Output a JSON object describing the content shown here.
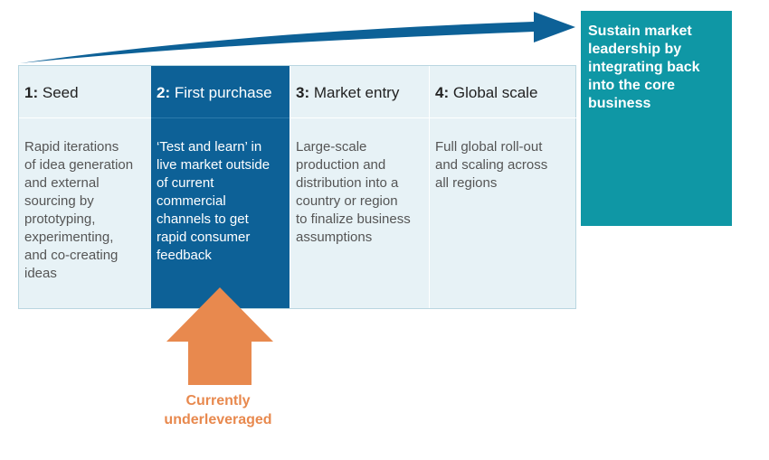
{
  "colors": {
    "highlight_stage": "#0d6197",
    "goal_box": "#0f97a5",
    "table_bg": "#e7f2f6",
    "callout": "#e8894e"
  },
  "stages": [
    {
      "number": "1:",
      "title": "Seed",
      "description": "Rapid iterations\nof idea generation\nand external\nsourcing by\nprototyping,\nexperimenting,\nand co-creating\nideas"
    },
    {
      "number": "2:",
      "title": "First purchase",
      "description": "‘Test and learn’ in\nlive market outside\nof current\ncommercial\nchannels to get\nrapid consumer\nfeedback"
    },
    {
      "number": "3:",
      "title": "Market entry",
      "description": "Large-scale\nproduction and\ndistribution into a\ncountry or region\nto finalize business\nassumptions"
    },
    {
      "number": "4:",
      "title": "Global scale",
      "description": "Full global roll-out\nand scaling across\nall regions"
    }
  ],
  "goal": {
    "text": "Sustain market leadership by integrating back into the core business"
  },
  "callout": {
    "line1": "Currently",
    "line2": "underleveraged"
  },
  "icons": {
    "progress_arrow": "right-arrow",
    "callout_arrow": "up-arrow"
  }
}
